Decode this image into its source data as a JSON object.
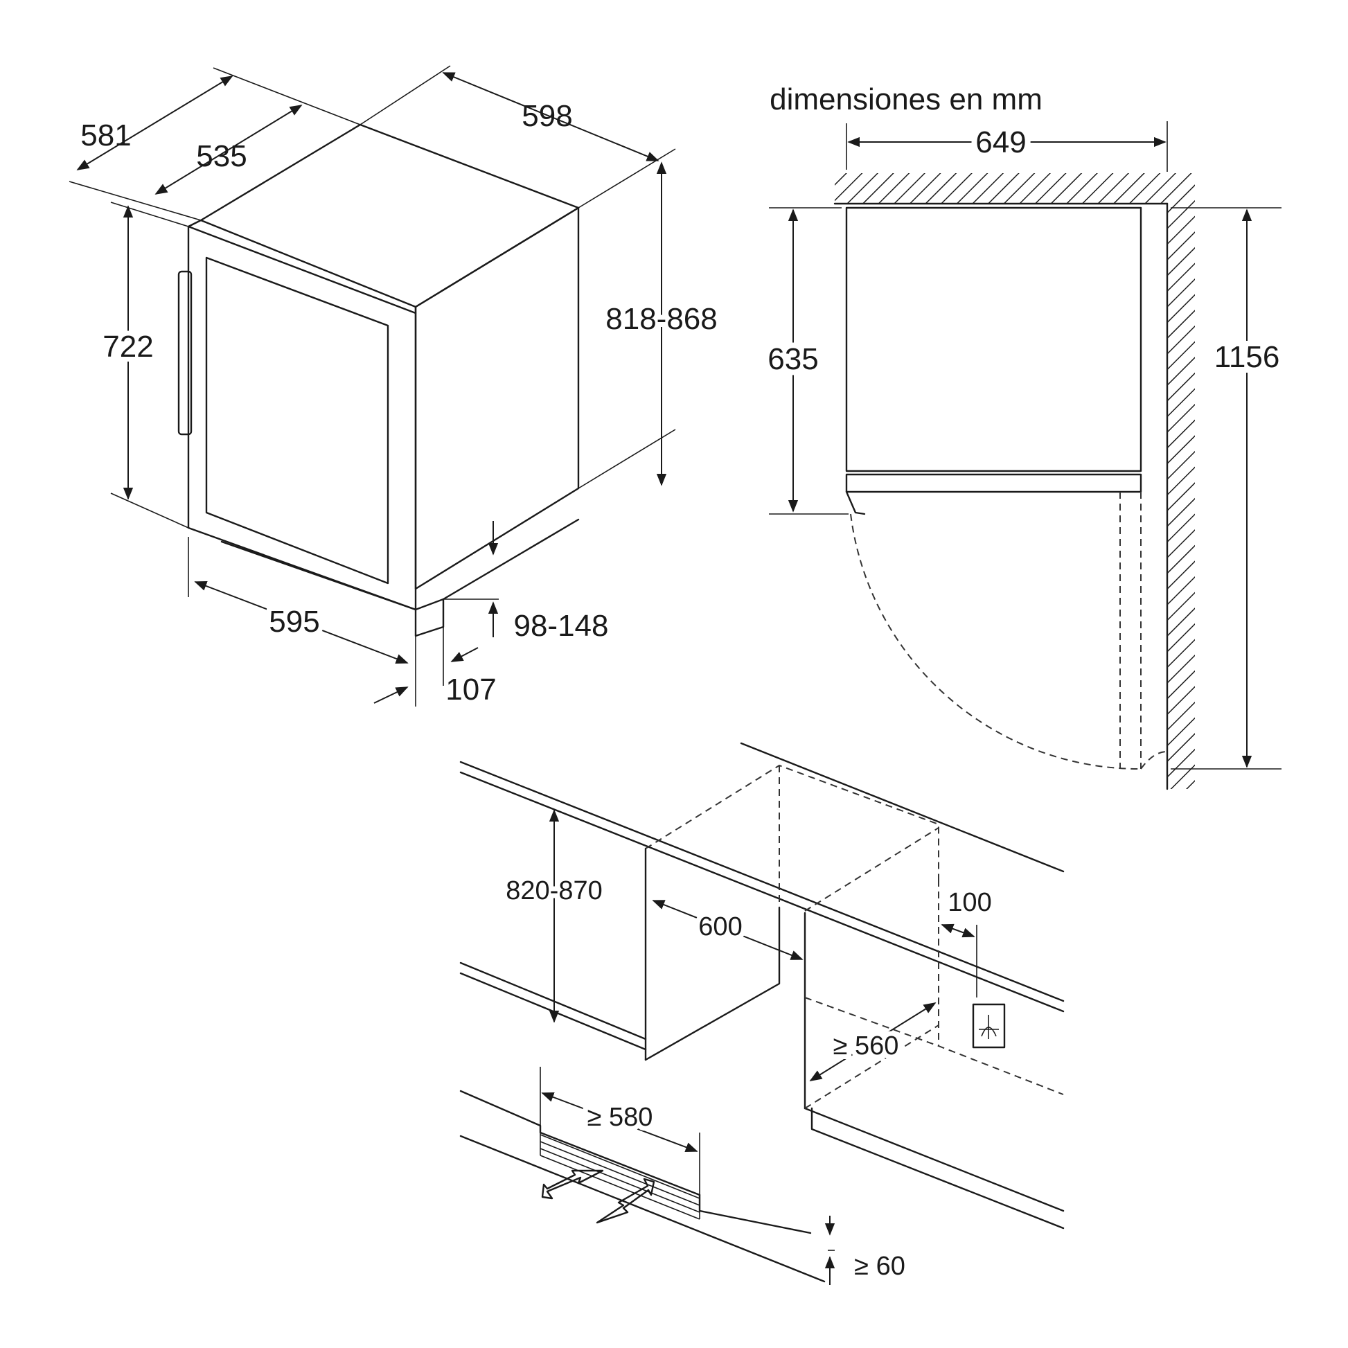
{
  "title": "dimensiones en mm",
  "appliance": {
    "depth_total": "581",
    "depth_body": "535",
    "width": "598",
    "height_range": "818-868",
    "door_height": "722",
    "door_width": "595",
    "plinth_height": "98-148",
    "plinth_depth": "107"
  },
  "top_view": {
    "width_open": "649",
    "door_depth": "635",
    "total_depth_open": "1156"
  },
  "niche": {
    "height": "820-870",
    "depth": "600",
    "socket_offset": "100",
    "width_min": "≥ 560",
    "vent_width_min": "≥ 580",
    "vent_height_min": "≥ 60"
  },
  "colors": {
    "line": "#1a1a1a",
    "background": "#ffffff"
  },
  "icons": [
    "socket-icon",
    "airflow-arrow-icon"
  ]
}
